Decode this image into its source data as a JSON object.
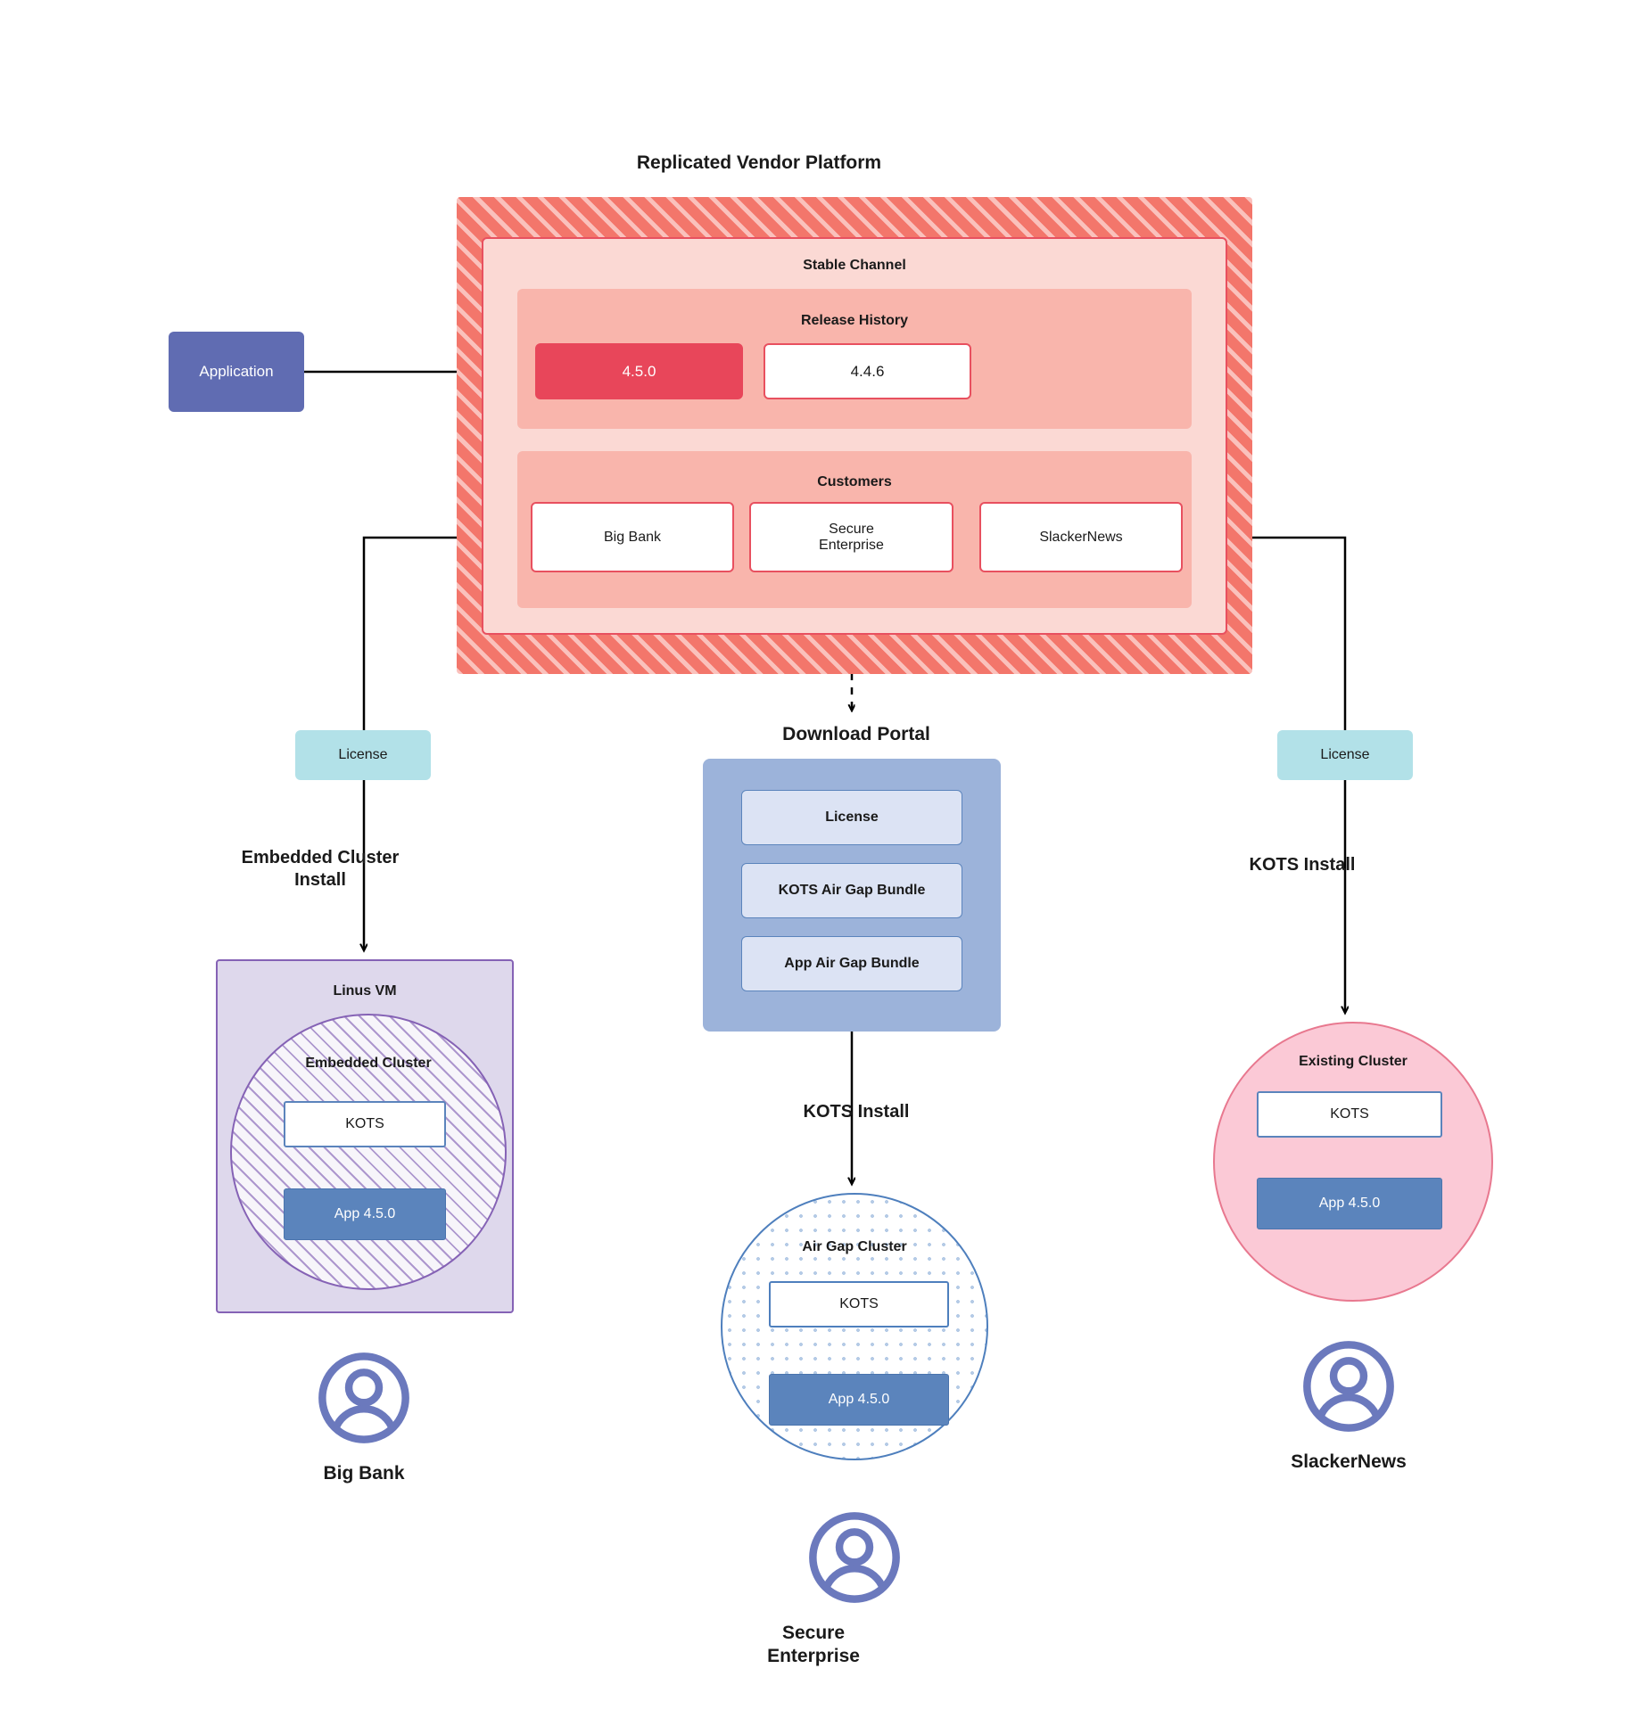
{
  "platform": {
    "title": "Replicated Vendor Platform",
    "stable_channel_label": "Stable Channel",
    "release_history_label": "Release History",
    "releases": [
      {
        "version": "4.5.0",
        "state": "current"
      },
      {
        "version": "4.4.6",
        "state": "previous"
      }
    ],
    "customers_label": "Customers",
    "customers": [
      "Big Bank",
      "Secure\nEnterprise",
      "SlackerNews"
    ]
  },
  "application": {
    "label": "Application"
  },
  "licenses": {
    "left_label": "License",
    "right_label": "License"
  },
  "install_labels": {
    "left": "Embedded Cluster\nInstall",
    "middle": "KOTS Install",
    "right": "KOTS Install"
  },
  "download_portal": {
    "title": "Download  Portal",
    "items": [
      "License",
      "KOTS Air Gap Bundle",
      "App Air Gap Bundle"
    ]
  },
  "left_branch": {
    "vm_label": "Linus VM",
    "cluster_label": "Embedded Cluster",
    "kots_label": "KOTS",
    "app_label": "App 4.5.0",
    "persona": "Big Bank"
  },
  "middle_branch": {
    "cluster_label": "Air Gap Cluster",
    "kots_label": "KOTS",
    "app_label": "App 4.5.0",
    "persona": "Secure\nEnterprise"
  },
  "right_branch": {
    "cluster_label": "Existing Cluster",
    "kots_label": "KOTS",
    "app_label": "App 4.5.0",
    "persona": "SlackerNews"
  },
  "colors": {
    "platform_hatch": "#f3766b",
    "stable_channel_bg": "#fbd9d4",
    "release_band_bg": "#f9b5ac",
    "release_current": "#e8465a",
    "outline_red": "#e8505f",
    "application_blue": "#606cb2",
    "license_teal": "#b2e1e8",
    "portal_blue": "#9cb3da",
    "portal_item_blue": "#dce3f4",
    "vm_purple": "#ded8ec",
    "vm_purple_stroke": "#8562b5",
    "existing_pink": "#fbc9d6",
    "existing_pink_stroke": "#e8788f",
    "airgap_stroke": "#4e7fbd",
    "app_blue": "#5b84bc",
    "avatar_blue": "#6b79bd",
    "wire_black": "#000000"
  }
}
